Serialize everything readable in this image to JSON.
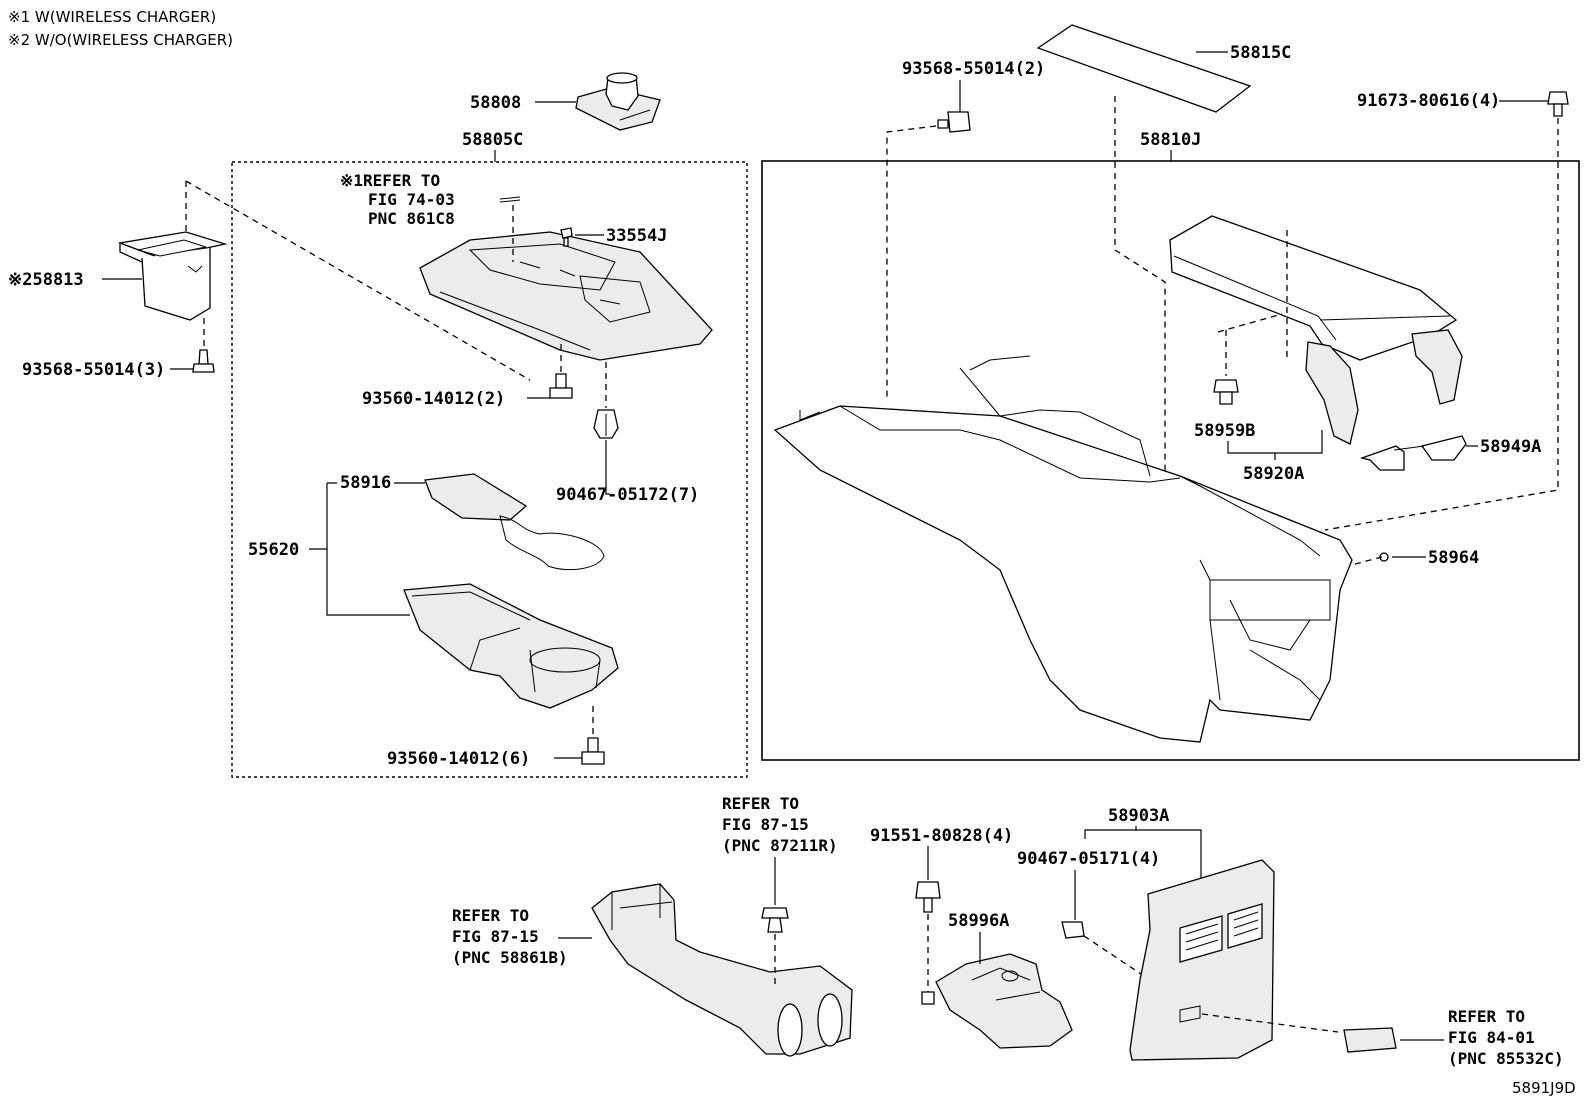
{
  "notes": {
    "note1": "※1 W(WIRELESS CHARGER)",
    "note2": "※2 W/O(WIRELESS CHARGER)"
  },
  "diagram_code": "5891J9D",
  "parts": {
    "p58808": "58808",
    "p58805C": "58805C",
    "p58813": "※258813",
    "p93568_3": "93568-55014(3)",
    "p33554J": "33554J",
    "p93560_2": "93560-14012(2)",
    "p90467_7": "90467-05172(7)",
    "p58916": "58916",
    "p55620": "55620",
    "p93560_6": "93560-14012(6)",
    "p93568_2": "93568-55014(2)",
    "p58815C": "58815C",
    "p91673": "91673-80616(4)",
    "p58810J": "58810J",
    "p58959B": "58959B",
    "p58920A": "58920A",
    "p58949A": "58949A",
    "p58964": "58964",
    "p91551": "91551-80828(4)",
    "p58996A": "58996A",
    "p58903A": "58903A",
    "p90467_4": "90467-05171(4)"
  },
  "refs": {
    "ref1": [
      "※1REFER TO",
      "FIG 74-03",
      "PNC 861C8"
    ],
    "ref2": [
      "REFER TO",
      "FIG 87-15",
      "(PNC 87211R)"
    ],
    "ref3": [
      "REFER TO",
      "FIG 87-15",
      "(PNC 58861B)"
    ],
    "ref4": [
      "REFER TO",
      "FIG 84-01",
      "(PNC 85532C)"
    ]
  }
}
